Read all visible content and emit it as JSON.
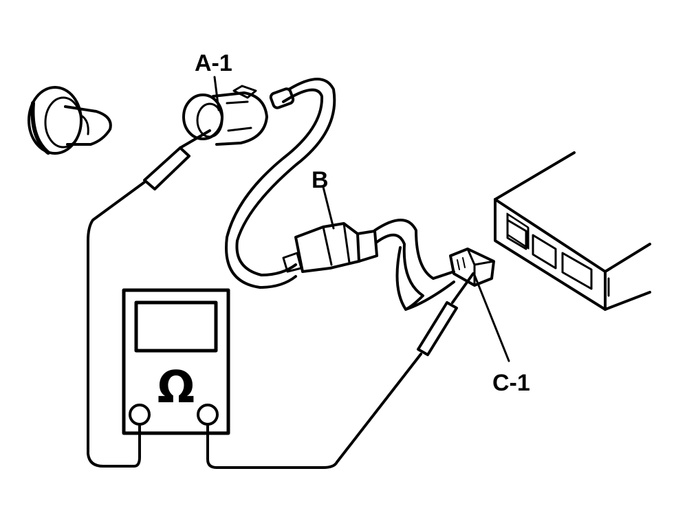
{
  "labels": {
    "a1": "A-1",
    "b": "B",
    "c1": "C-1"
  },
  "meter_symbol": "Ω",
  "icons": {
    "bulb": "bulb-socket-icon",
    "meter": "ohmmeter-icon",
    "control_unit": "control-unit-icon"
  },
  "colors": {
    "ink": "#000000",
    "paper": "#ffffff"
  }
}
